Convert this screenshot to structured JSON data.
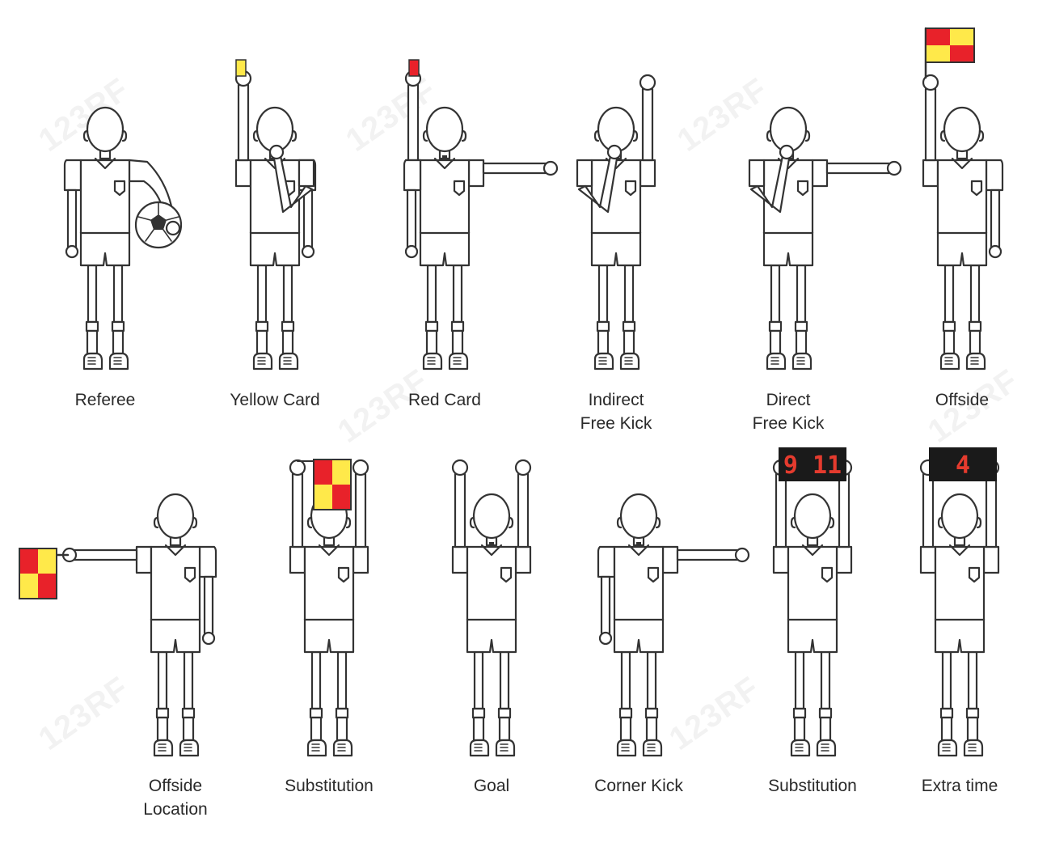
{
  "colors": {
    "line": "#333333",
    "card_yellow": "#ffe94a",
    "card_red": "#e8222a",
    "board_bg": "#1a1a1a",
    "board_digits": "#e53b2e"
  },
  "watermark": "123RF",
  "boards": {
    "substitution": "9 11",
    "extra_time": "4"
  },
  "figures": [
    {
      "id": "referee",
      "label": "Referee"
    },
    {
      "id": "yellow-card",
      "label": "Yellow Card"
    },
    {
      "id": "red-card",
      "label": "Red Card"
    },
    {
      "id": "indirect-free-kick",
      "label": "Indirect\nFree Kick"
    },
    {
      "id": "direct-free-kick",
      "label": "Direct\nFree Kick"
    },
    {
      "id": "offside",
      "label": "Offside"
    },
    {
      "id": "offside-location",
      "label": "Offside\nLocation"
    },
    {
      "id": "substitution-flag",
      "label": "Substitution"
    },
    {
      "id": "goal",
      "label": "Goal"
    },
    {
      "id": "corner-kick",
      "label": "Corner Kick"
    },
    {
      "id": "substitution-board",
      "label": "Substitution"
    },
    {
      "id": "extra-time",
      "label": "Extra time"
    }
  ]
}
